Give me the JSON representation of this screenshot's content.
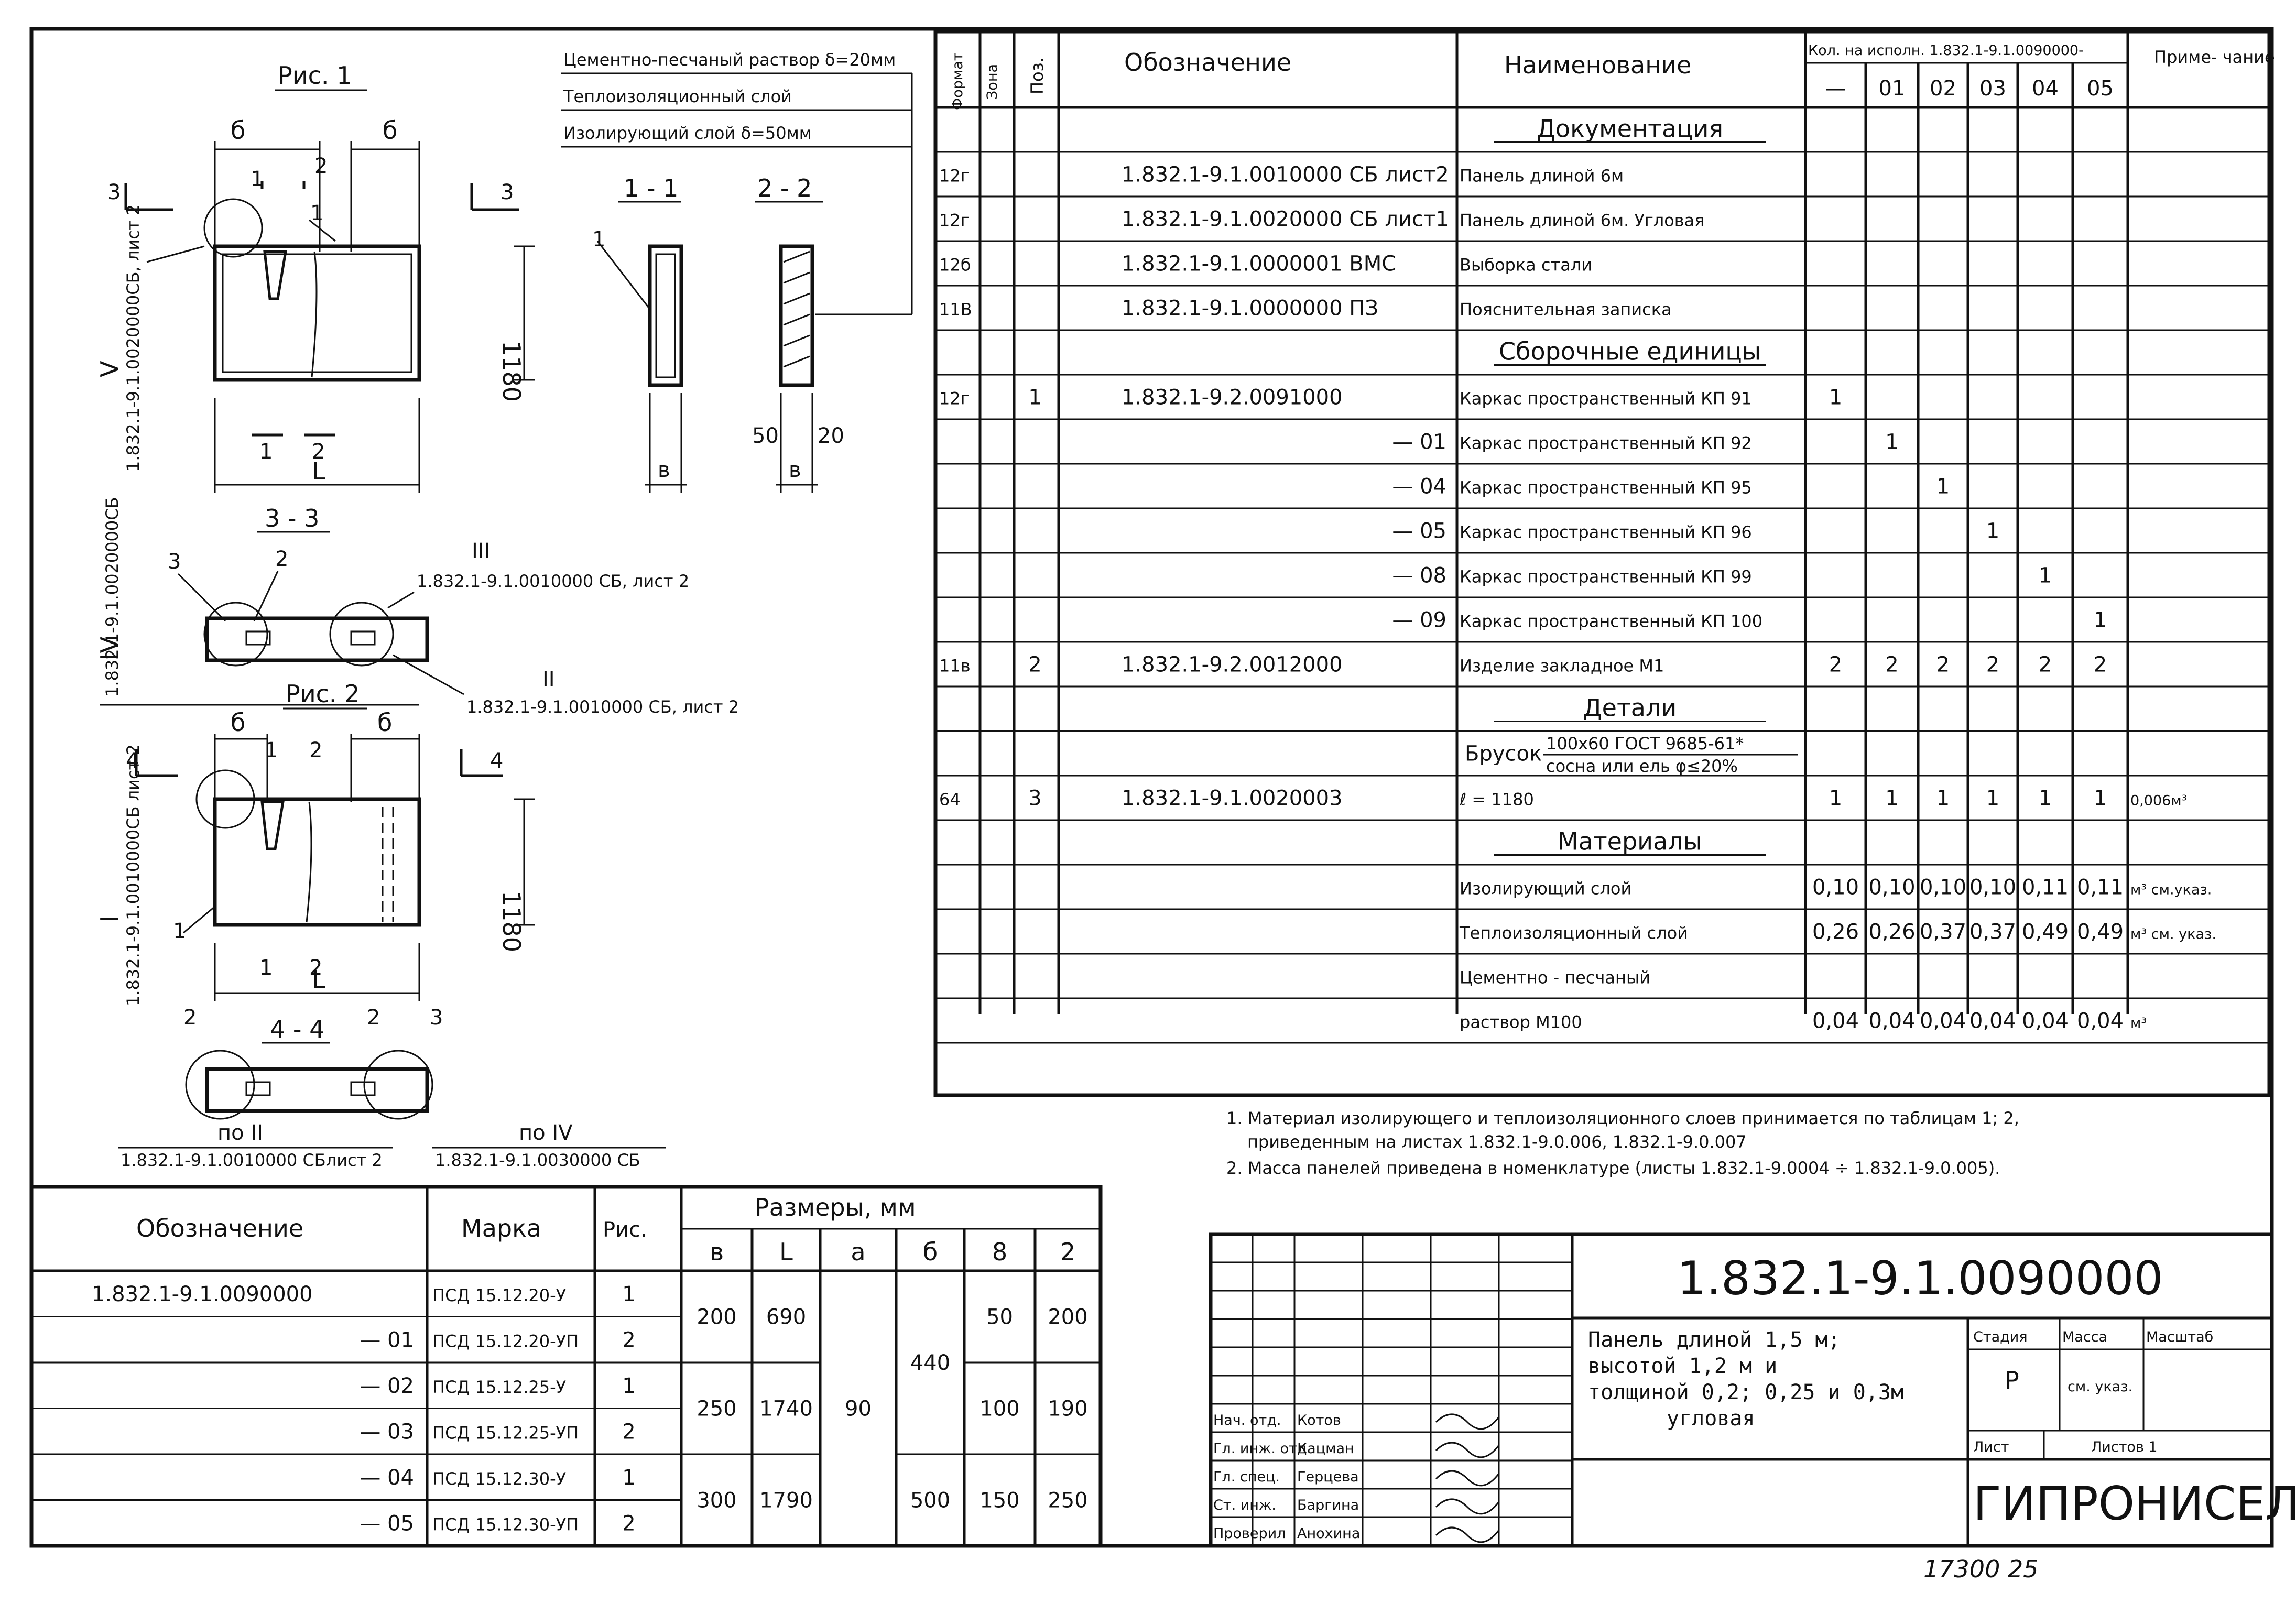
{
  "fig1": {
    "title": "Рис. 1",
    "layer_labels": [
      "Цементно-песчаный раствор δ=20мм",
      "Теплоизоляционный слой",
      "Изолирующий слой δ=50мм"
    ],
    "dim_delta": "б",
    "dim_L": "L",
    "dim_h": "1180",
    "dim_b": "в",
    "dim_50": "50",
    "dim_20": "20",
    "sec11": "1 - 1",
    "sec22": "2 - 2",
    "sec33": "3 - 3",
    "cut1": "1",
    "cut2": "2",
    "cut3": "3",
    "ref_V": "V",
    "ref_V_text": "1.832.1-9.1.0020000СБ, лист 2",
    "ref_IV": "IV",
    "ref_IV_text": "1.832.1-9.1.0020000СБ",
    "ref_III": "III",
    "ref_III_text": "1.832.1-9.1.0010000 СБ, лист 2",
    "ref_II": "II",
    "ref_II_text": "1.832.1-9.1.0010000 СБ, лист 2"
  },
  "fig2": {
    "title": "Рис. 2",
    "dim_h": "1180",
    "sec44": "4 - 4",
    "cut4": "4",
    "ref_I": "I",
    "ref_I_text": "1.832.1-9.1.0010000СБ лист 2",
    "po_II": "по II",
    "po_II_text": "1.832.1-9.1.0010000 СБлист 2",
    "po_IV": "по IV",
    "po_IV_text": "1.832.1-9.1.0030000 СБ"
  },
  "spec": {
    "headers": {
      "format": "Формат",
      "zone": "Зона",
      "pos": "Поз.",
      "designation": "Обозначение",
      "name": "Наименование",
      "qty": "Кол. на исполн. 1.832.1-9.1.0090000-",
      "note": "Приме- чание",
      "variants": [
        "—",
        "01",
        "02",
        "03",
        "04",
        "05"
      ]
    },
    "rows": [
      {
        "type": "section",
        "name": "Документация"
      },
      {
        "fmt": "12г",
        "pos": "",
        "des": "1.832.1-9.1.0010000 СБ лист2",
        "name": "Панель длиной 6м",
        "q": [
          "",
          "",
          "",
          "",
          "",
          ""
        ],
        "note": ""
      },
      {
        "fmt": "12г",
        "pos": "",
        "des": "1.832.1-9.1.0020000 СБ лист1",
        "name": "Панель длиной 6м. Угловая",
        "q": [
          "",
          "",
          "",
          "",
          "",
          ""
        ],
        "note": ""
      },
      {
        "fmt": "12б",
        "pos": "",
        "des": "1.832.1-9.1.0000001 ВМС",
        "name": "Выборка стали",
        "q": [
          "",
          "",
          "",
          "",
          "",
          ""
        ],
        "note": ""
      },
      {
        "fmt": "11В",
        "pos": "",
        "des": "1.832.1-9.1.0000000 ПЗ",
        "name": "Пояснительная записка",
        "q": [
          "",
          "",
          "",
          "",
          "",
          ""
        ],
        "note": ""
      },
      {
        "type": "section",
        "name": "Сборочные единицы"
      },
      {
        "fmt": "12г",
        "pos": "1",
        "des": "1.832.1-9.2.0091000",
        "name": "Каркас пространственный КП 91",
        "q": [
          "1",
          "",
          "",
          "",
          "",
          ""
        ],
        "note": ""
      },
      {
        "fmt": "",
        "pos": "",
        "des": "— 01",
        "name": "Каркас пространственный КП 92",
        "q": [
          "",
          "1",
          "",
          "",
          "",
          ""
        ],
        "note": ""
      },
      {
        "fmt": "",
        "pos": "",
        "des": "— 04",
        "name": "Каркас пространственный КП 95",
        "q": [
          "",
          "",
          "1",
          "",
          "",
          ""
        ],
        "note": ""
      },
      {
        "fmt": "",
        "pos": "",
        "des": "— 05",
        "name": "Каркас пространственный КП 96",
        "q": [
          "",
          "",
          "",
          "1",
          "",
          ""
        ],
        "note": ""
      },
      {
        "fmt": "",
        "pos": "",
        "des": "— 08",
        "name": "Каркас пространственный КП 99",
        "q": [
          "",
          "",
          "",
          "",
          "1",
          ""
        ],
        "note": ""
      },
      {
        "fmt": "",
        "pos": "",
        "des": "— 09",
        "name": "Каркас пространственный КП 100",
        "q": [
          "",
          "",
          "",
          "",
          "",
          "1"
        ],
        "note": ""
      },
      {
        "fmt": "11в",
        "pos": "2",
        "des": "1.832.1-9.2.0012000",
        "name": "Изделие закладное М1",
        "q": [
          "2",
          "2",
          "2",
          "2",
          "2",
          "2"
        ],
        "note": ""
      },
      {
        "type": "section",
        "name": "Детали"
      },
      {
        "type": "brusok",
        "label": "Брусок",
        "top": "100х60 ГОСТ 9685-61*",
        "bottom": "сосна или ель φ≤20%"
      },
      {
        "fmt": "64",
        "pos": "3",
        "des": "1.832.1-9.1.0020003",
        "name": "ℓ = 1180",
        "q": [
          "1",
          "1",
          "1",
          "1",
          "1",
          "1"
        ],
        "note": "0,006м³"
      },
      {
        "type": "section",
        "name": "Материалы"
      },
      {
        "fmt": "",
        "pos": "",
        "des": "",
        "name": "Изолирующий слой",
        "q": [
          "0,10",
          "0,10",
          "0,10",
          "0,10",
          "0,11",
          "0,11"
        ],
        "note": "м³ см.указ."
      },
      {
        "fmt": "",
        "pos": "",
        "des": "",
        "name": "Теплоизоляционный слой",
        "q": [
          "0,26",
          "0,26",
          "0,37",
          "0,37",
          "0,49",
          "0,49"
        ],
        "note": "м³ см. указ."
      },
      {
        "fmt": "",
        "pos": "",
        "des": "",
        "name": "Цементно - песчаный",
        "q": [
          "",
          "",
          "",
          "",
          "",
          ""
        ],
        "note": ""
      },
      {
        "fmt": "",
        "pos": "",
        "des": "",
        "name": "раствор М100",
        "q": [
          "0,04",
          "0,04",
          "0,04",
          "0,04",
          "0,04",
          "0,04"
        ],
        "note": "м³"
      }
    ]
  },
  "notes": [
    "1. Материал изолирующего и теплоизоляционного слоев принимается по таблицам 1; 2,",
    "приведенным на листах 1.832.1-9.0.006, 1.832.1-9.0.007",
    "2. Масса панелей приведена в номенклатуре (листы 1.832.1-9.0004 ÷ 1.832.1-9.0.005)."
  ],
  "marks_table": {
    "headers": {
      "des": "Обозначение",
      "mark": "Марка",
      "fig": "Рис.",
      "sizes": "Размеры, мм",
      "cols": [
        "в",
        "L",
        "а",
        "б",
        "8",
        "2"
      ]
    },
    "rows": [
      {
        "des": "1.832.1-9.1.0090000",
        "mark": "ПСД 15.12.20-У",
        "fig": "1"
      },
      {
        "des": "— 01",
        "mark": "ПСД 15.12.20-УП",
        "fig": "2"
      },
      {
        "des": "— 02",
        "mark": "ПСД 15.12.25-У",
        "fig": "1"
      },
      {
        "des": "— 03",
        "mark": "ПСД 15.12.25-УП",
        "fig": "2"
      },
      {
        "des": "— 04",
        "mark": "ПСД 15.12.30-У",
        "fig": "1"
      },
      {
        "des": "— 05",
        "mark": "ПСД 15.12.30-УП",
        "fig": "2"
      }
    ],
    "b_vals": [
      "200",
      "250",
      "300"
    ],
    "L_vals": [
      "690",
      "1740",
      "1790"
    ],
    "a_val": "90",
    "delta_vals": [
      "440",
      "500"
    ],
    "g_vals": [
      "50",
      "100",
      "150"
    ],
    "h_vals": [
      "200",
      "190",
      "250"
    ]
  },
  "title_block": {
    "code": "1.832.1-9.1.0090000",
    "title_lines": [
      "Панель длиной 1,5 м;",
      "высотой 1,2 м и",
      "толщиной 0,2; 0,25 и 0,3м",
      "угловая"
    ],
    "stage_label": "Стадия",
    "mass_label": "Масса",
    "scale_label": "Масштаб",
    "stage": "Р",
    "mass": "см. указ.",
    "sheet_label": "Лист",
    "sheets_label": "Листов 1",
    "org": "ГИПРОНИСЕЛЬХОЗ",
    "people": [
      {
        "role": "Нач. отд.",
        "name": "Котов"
      },
      {
        "role": "Гл. инж. отд.",
        "name": "Кацман"
      },
      {
        "role": "Гл. спец.",
        "name": "Герцева"
      },
      {
        "role": "Ст. инж.",
        "name": "Баргина"
      },
      {
        "role": "Проверил",
        "name": "Анохина"
      }
    ]
  },
  "footer_note": "17300   25"
}
